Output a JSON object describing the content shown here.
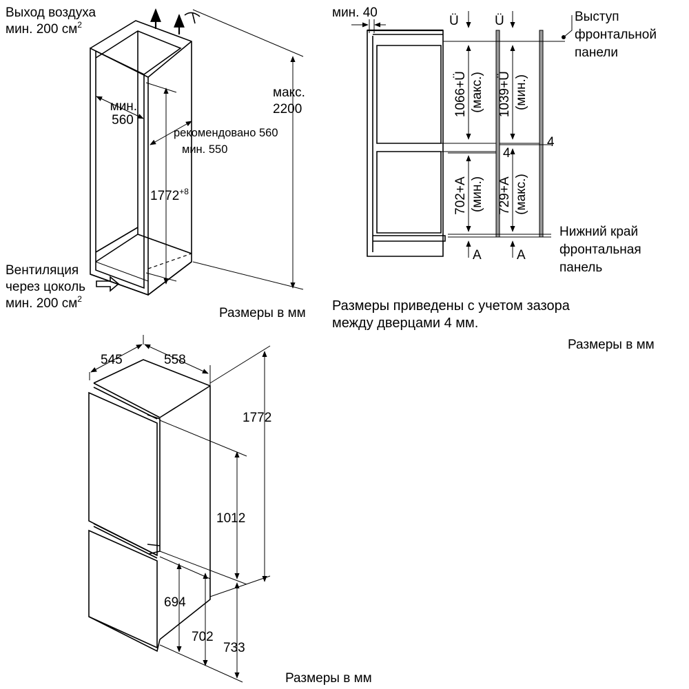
{
  "niche": {
    "air_outlet": [
      "Выход воздуха",
      "мин. 200 см"
    ],
    "air_outlet_sup": "2",
    "min_width": [
      "мин.",
      "560"
    ],
    "recommended": [
      "рекомендовано 560",
      "мин. 550"
    ],
    "height": "1772",
    "height_sup": "+8",
    "max_height": [
      "макс.",
      "2200"
    ],
    "ventilation": [
      "Вентиляция",
      "через цоколь",
      "мин. 200 см"
    ],
    "ventilation_sup": "2",
    "units": "Размеры в мм"
  },
  "doors": {
    "min_gap": "мин. 40",
    "u_mark_1": "Ü",
    "u_mark_2": "Ü",
    "protrusion": [
      "Выступ",
      "фронтальной",
      "панели"
    ],
    "upper_max": [
      "1066+Ü",
      "(макс.)"
    ],
    "upper_min": [
      "1039+Ü",
      "(мин.)"
    ],
    "gap_1": "4",
    "gap_2": "4",
    "lower_min": [
      "702+A",
      "(мин.)"
    ],
    "lower_max": [
      "729+A",
      "(макс.)"
    ],
    "a_mark_1": "A",
    "a_mark_2": "A",
    "bottom_edge": [
      "Нижний край",
      "фронтальная",
      "панель"
    ],
    "note": [
      "Размеры приведены с учетом зазора",
      "между дверцами 4 мм."
    ],
    "units": "Размеры в мм"
  },
  "appliance": {
    "depth": "545",
    "width": "558",
    "total_height": "1772",
    "upper_height": "1012",
    "lower_min": "694",
    "lower_mid": "702",
    "lower_max": "733",
    "units": "Размеры в мм"
  }
}
